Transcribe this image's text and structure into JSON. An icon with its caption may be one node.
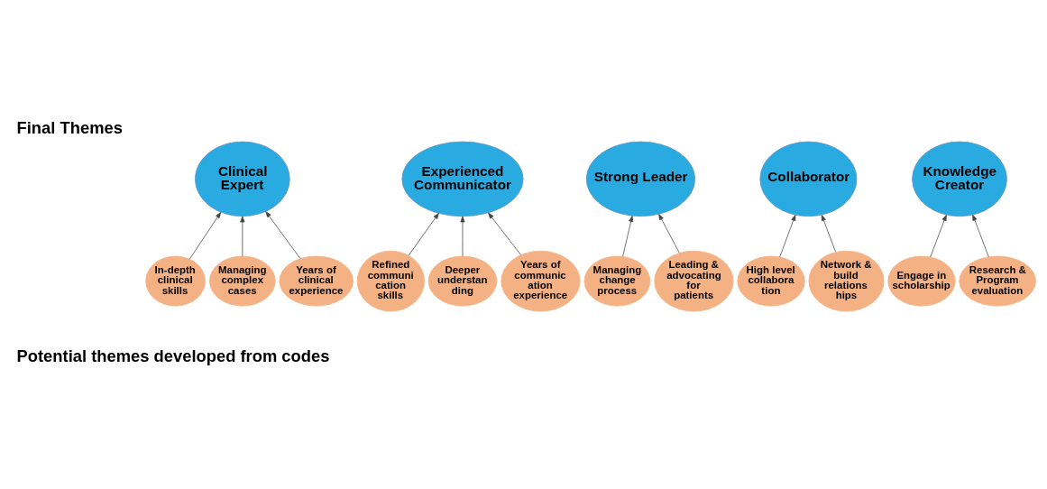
{
  "diagram": {
    "title": "Final Themes",
    "caption": "Potential themes developed from codes",
    "nodes": [
      {
        "text": [
          "Clinical Expert"
        ]
      },
      {
        "text": [
          "Experienced Communicator"
        ]
      },
      {
        "text": [
          "Strong Leader"
        ]
      },
      {
        "text": [
          "Collaborator"
        ]
      },
      {
        "text": [
          "Knowledge Creator"
        ]
      },
      {
        "text": [
          "In-depth clinical skills"
        ]
      },
      {
        "text": [
          "Managing complex cases"
        ]
      },
      {
        "text": [
          "Years of clinical experience"
        ]
      },
      {
        "text": [
          "Refined communi cation skills"
        ]
      },
      {
        "text": [
          "Deeper understan ding"
        ]
      },
      {
        "text": [
          "Years of communic ation experience"
        ]
      },
      {
        "text": [
          "Managing change process"
        ]
      },
      {
        "text": [
          "Leading & advocating for patients"
        ]
      },
      {
        "text": [
          "High level collabora tion"
        ]
      },
      {
        "text": [
          "Network & build relations hips"
        ]
      },
      {
        "text": [
          "Engage in scholarship"
        ]
      },
      {
        "text": [
          "Research & Program evaluation"
        ]
      }
    ],
    "edges": [
      {
        "from": 5,
        "to": 0,
        "arrow": "to"
      },
      {
        "from": 6,
        "to": 0,
        "arrow": "to"
      },
      {
        "from": 7,
        "to": 0,
        "arrow": "to"
      },
      {
        "from": 8,
        "to": 1,
        "arrow": "to"
      },
      {
        "from": 9,
        "to": 1,
        "arrow": "to"
      },
      {
        "from": 10,
        "to": 1,
        "arrow": "to"
      },
      {
        "from": 11,
        "to": 2,
        "arrow": "to"
      },
      {
        "from": 12,
        "to": 2,
        "arrow": "to"
      },
      {
        "from": 13,
        "to": 3,
        "arrow": "to"
      },
      {
        "from": 14,
        "to": 3,
        "arrow": "to"
      },
      {
        "from": 15,
        "to": 4,
        "arrow": "to"
      },
      {
        "from": 16,
        "to": 4,
        "arrow": "to"
      }
    ]
  }
}
